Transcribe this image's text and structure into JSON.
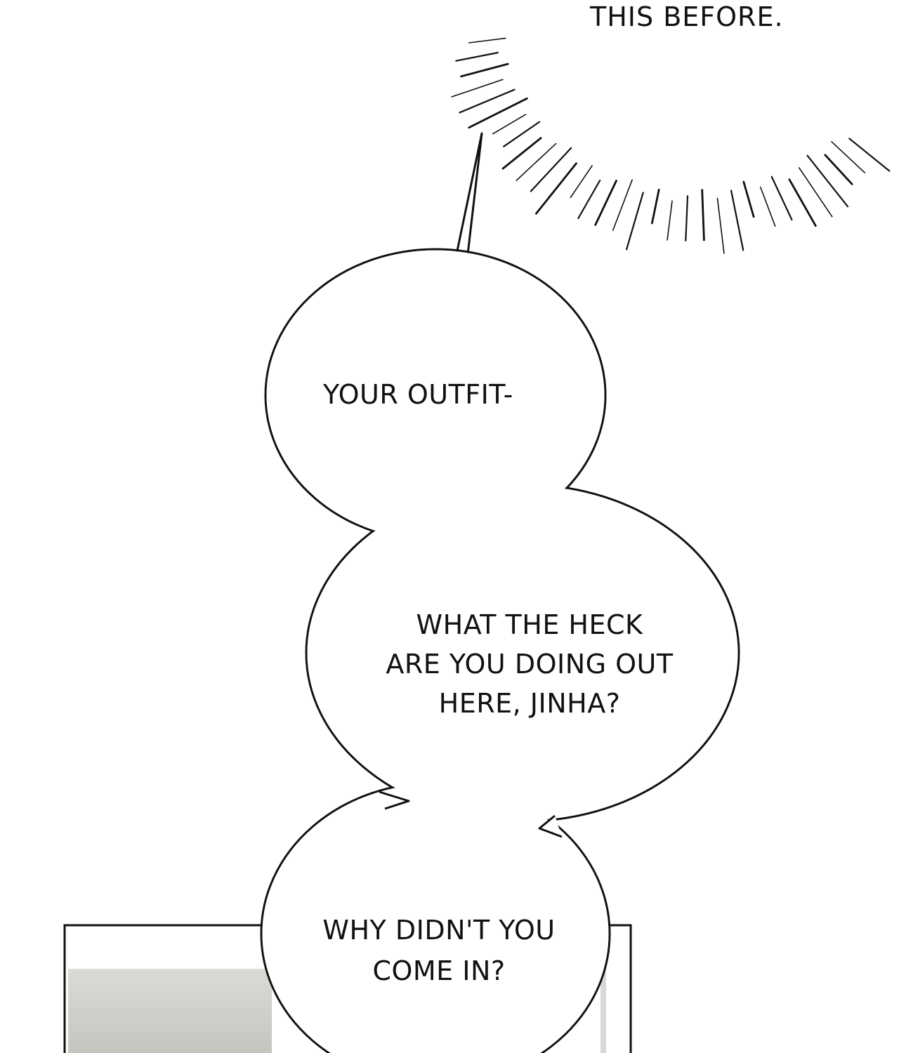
{
  "panel": {
    "caption_text": "THIS BEFORE.",
    "bubble_top_text": "YOUR OUTFIT-",
    "bubble_middle_lines": [
      "WHAT THE HECK",
      "ARE YOU DOING OUT",
      "HERE, JINHA?"
    ],
    "bubble_bottom_lines": [
      "WHY DIDN'T YOU",
      "COME IN?"
    ]
  },
  "colors": {
    "background": "#ffffff",
    "ink": "#111111",
    "window_gray": "#c8cbc3"
  }
}
